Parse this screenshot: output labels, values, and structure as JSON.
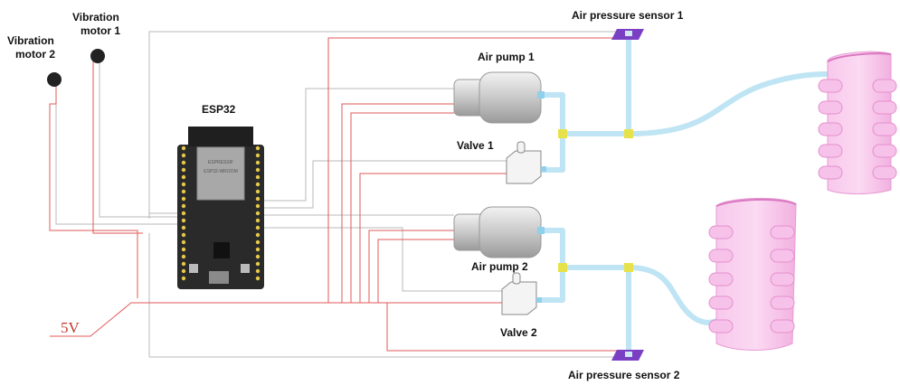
{
  "labels": {
    "vibration_motor_1": [
      "Vibration",
      "motor 1"
    ],
    "vibration_motor_2": [
      "Vibration",
      "motor 2"
    ],
    "esp32": "ESP32",
    "air_pump_1": "Air pump 1",
    "air_pump_2": "Air pump 2",
    "valve_1": "Valve 1",
    "valve_2": "Valve 2",
    "air_pressure_sensor_1": "Air pressure sensor 1",
    "air_pressure_sensor_2": "Air pressure sensor 2",
    "supply": "5V"
  },
  "board_text": {
    "brand": "ESPRESSIF",
    "module": "ESP32-WROOM"
  },
  "colors": {
    "ground_wire": "#b8b8b8",
    "power_wire": "#e05a5a",
    "air_tube": "#bfe4f4",
    "sensor": "#7b3fc4",
    "tube_joint": "#e8e24a",
    "actuator": "#f4b8e4"
  }
}
